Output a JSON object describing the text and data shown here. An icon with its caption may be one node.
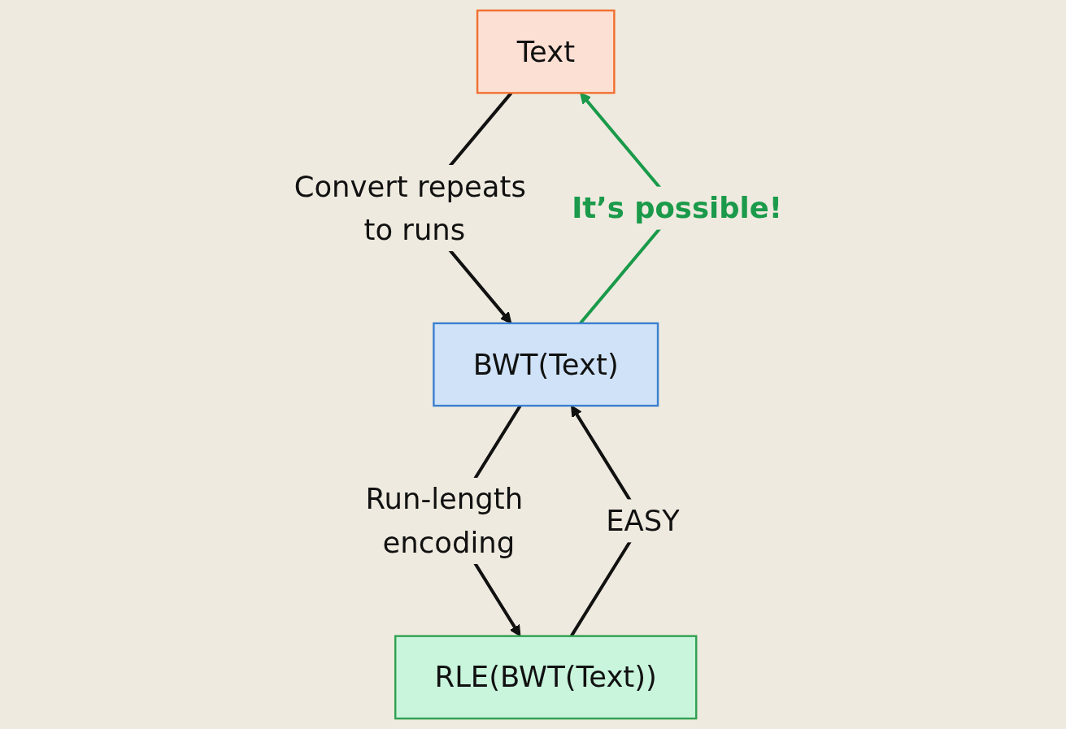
{
  "diagram": {
    "nodes": [
      {
        "text": [
          "Text"
        ]
      },
      {
        "text": [
          "BWT(Text)"
        ]
      },
      {
        "text": [
          "RLE(BWT(Text))"
        ]
      }
    ],
    "edges": [
      {
        "from": 0,
        "to": 1,
        "arrow": "to",
        "label": "Convert repeats to runs"
      },
      {
        "from": 1,
        "to": 0,
        "arrow": "to",
        "label": "It’s possible!",
        "color": "#1a9a4a"
      },
      {
        "from": 1,
        "to": 2,
        "arrow": "to",
        "label": "Run-length encoding"
      },
      {
        "from": 2,
        "to": 1,
        "arrow": "to",
        "label": "EASY"
      }
    ]
  }
}
